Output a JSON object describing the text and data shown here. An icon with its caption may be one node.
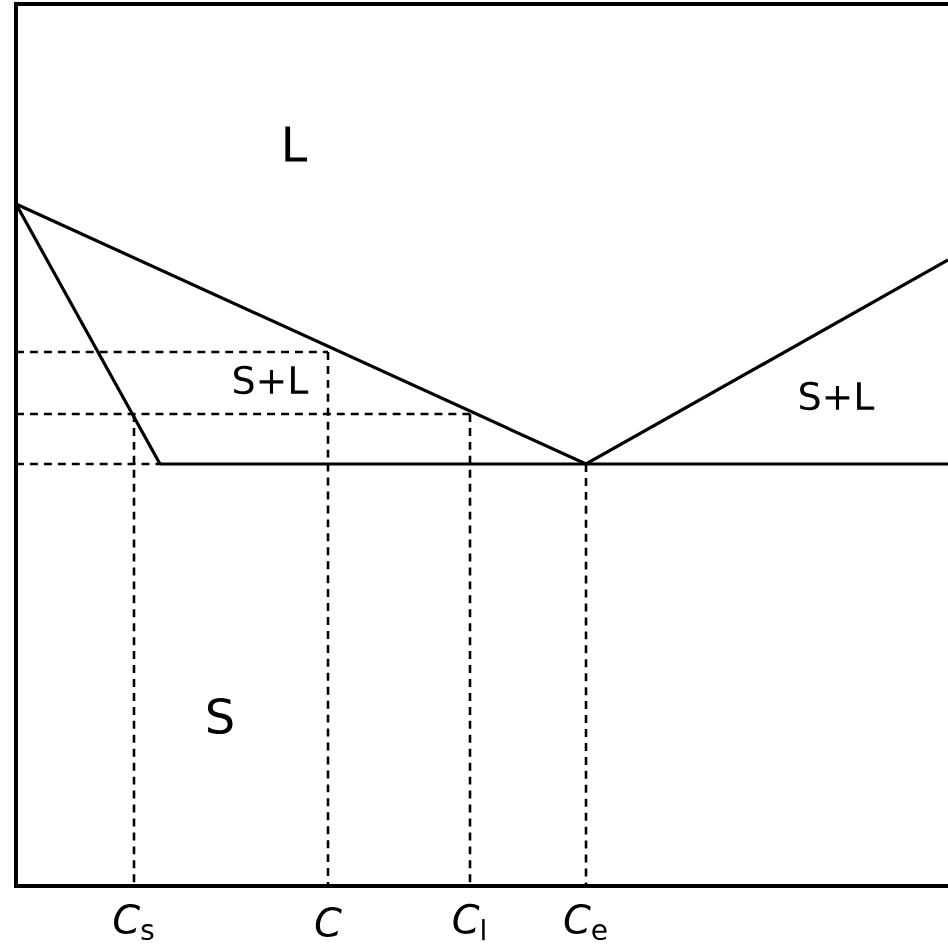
{
  "diagram": {
    "labels": [
      "L",
      "S+L",
      "S+L",
      "S",
      "*C*$_{s}$",
      "C",
      "*C*$_{l}$",
      "*C*$_{e}$"
    ]
  }
}
